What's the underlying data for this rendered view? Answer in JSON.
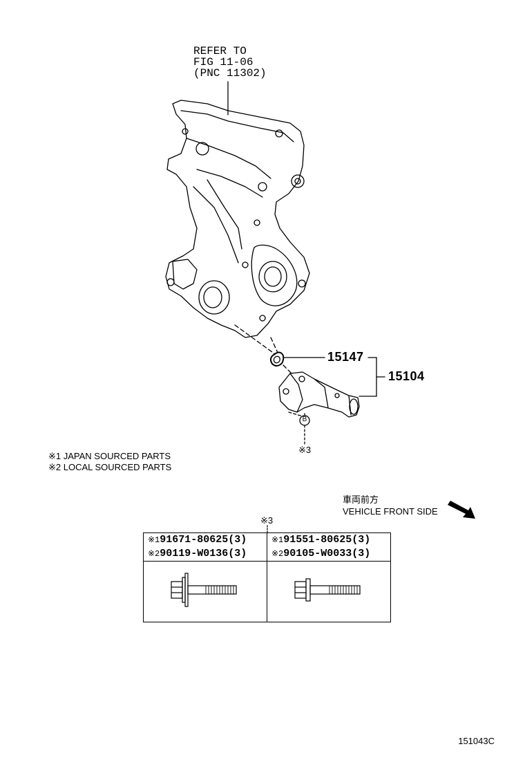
{
  "refer_note": {
    "line1": "REFER TO",
    "line2": "FIG 11-06",
    "line3": "(PNC 11302)"
  },
  "parts": {
    "gasket": "15147",
    "assembly": "15104"
  },
  "callouts": {
    "circle_letter": "B",
    "note_mark": "※3"
  },
  "legend": {
    "line1": "※1 JAPAN SOURCED PARTS",
    "line2": "※2 LOCAL SOURCED PARTS"
  },
  "vehicle_front": {
    "japanese": "車両前方",
    "english": "VEHICLE FRONT SIDE"
  },
  "bolt_table": {
    "title": "※3",
    "left": {
      "mark1": "※1",
      "part1": "91671-80625(3)",
      "mark2": "※2",
      "part2": "90119-W0136(3)"
    },
    "right": {
      "mark1": "※1",
      "part1": "91551-80625(3)",
      "mark2": "※2",
      "part2": "90105-W0033(3)"
    }
  },
  "figure_id": "151043C"
}
